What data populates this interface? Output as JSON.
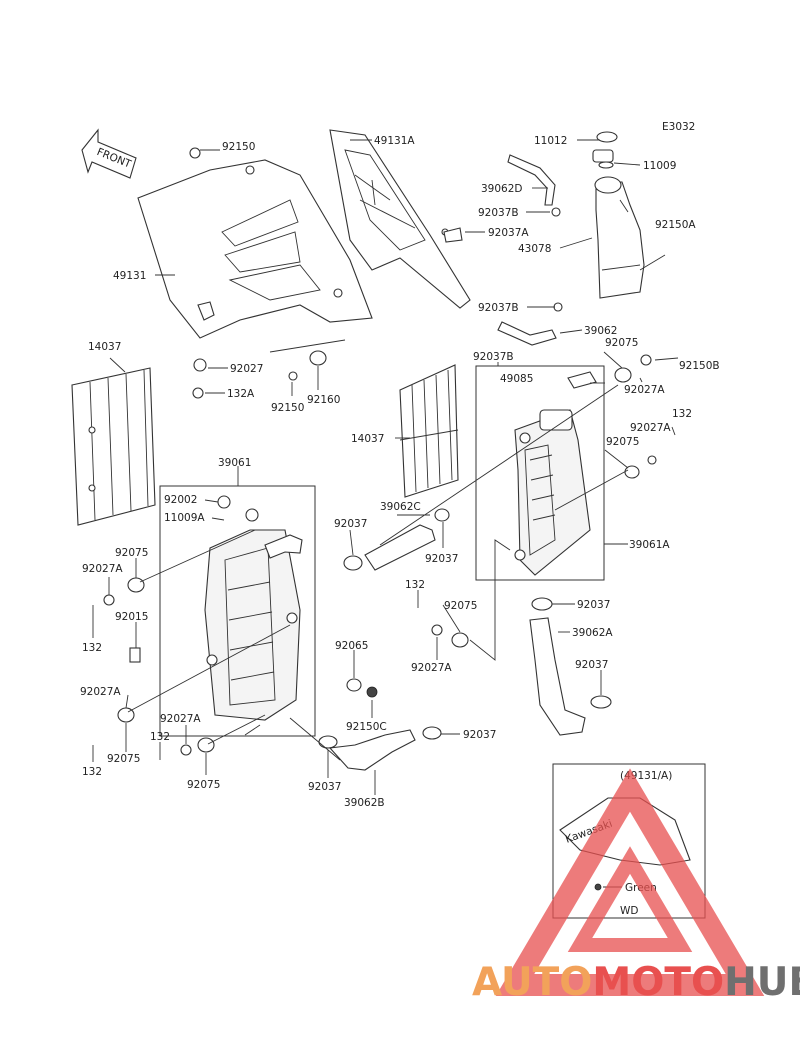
{
  "diagram": {
    "code": "E3032",
    "front_label": "FRONT",
    "inset": {
      "title": "(49131/A)",
      "color_label": "Green",
      "note": "WD",
      "decal": "Kawasaki"
    },
    "labels": {
      "l92150": "92150",
      "l49131A": "49131A",
      "l11012": "11012",
      "l11009": "11009",
      "l39062D": "39062D",
      "l92037B_a": "92037B",
      "l92037A": "92037A",
      "l43078": "43078",
      "l92150A": "92150A",
      "l49131": "49131",
      "l92037B_b": "92037B",
      "l39062": "39062",
      "l14037_a": "14037",
      "l92027": "92027",
      "l132A": "132A",
      "l92150_b": "92150",
      "l92160": "92160",
      "l92037B_c": "92037B",
      "l92075_a": "92075",
      "l92150B": "92150B",
      "l49085": "49085",
      "l92027A_a": "92027A",
      "l132_a": "132",
      "l92027A_b": "92027A",
      "l14037_b": "14037",
      "l92075_b": "92075",
      "l39061": "39061",
      "l92002": "92002",
      "l11009A": "11009A",
      "l39062C": "39062C",
      "l92037_a": "92037",
      "l92037_b": "92037",
      "l39061A": "39061A",
      "l92075_c": "92075",
      "l92027A_c": "92027A",
      "l132_b": "132",
      "l92015": "92015",
      "l132_c": "132",
      "l92037_c": "92037",
      "l92075_d": "92075",
      "l39062A": "39062A",
      "l92027A_d": "92027A",
      "l92037_d": "92037",
      "l92065": "92065",
      "l92027A_e": "92027A",
      "l92150C": "92150C",
      "l92027A_f": "92027A",
      "l92037_e": "92037",
      "l132_d": "132",
      "l92075_e": "92075",
      "l132_e": "132",
      "l92075_f": "92075",
      "l92037_f": "92037",
      "l39062B": "39062B"
    }
  },
  "watermark": {
    "brand_part1": "AUTO",
    "brand_part2": "MOTO",
    "brand_part3": "HUB",
    "color_orange": "#f2a25a",
    "color_red": "#e8504f",
    "color_gray": "#6f6f6f"
  }
}
